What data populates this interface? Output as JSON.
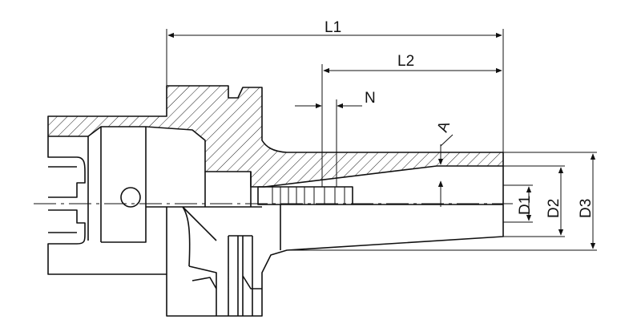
{
  "labels": {
    "L1": "L1",
    "L2": "L2",
    "N": "N",
    "A": "A",
    "D1": "D1",
    "D2": "D2",
    "D3": "D3"
  }
}
